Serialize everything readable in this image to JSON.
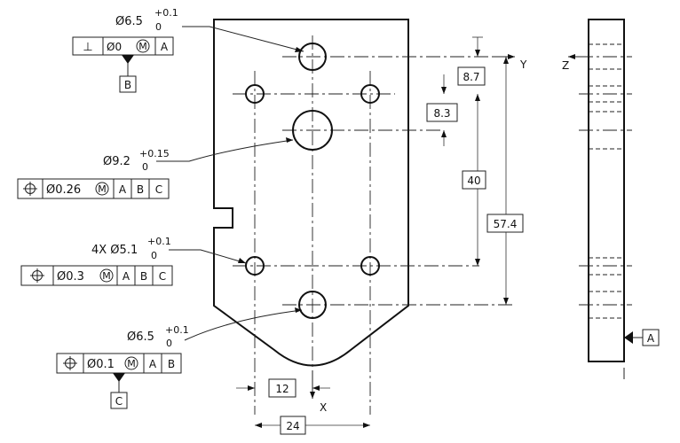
{
  "callouts": {
    "top_hole": {
      "diameter": "Ø6.5",
      "tol_upper": "+0.1",
      "tol_lower": "0"
    },
    "big_hole": {
      "diameter": "Ø9.2",
      "tol_upper": "+0.15",
      "tol_lower": "0"
    },
    "four_holes": {
      "diameter": "4X Ø5.1",
      "tol_upper": "+0.1",
      "tol_lower": "0"
    },
    "bottom_hole": {
      "diameter": "Ø6.5",
      "tol_upper": "+0.1",
      "tol_lower": "0"
    }
  },
  "frames": {
    "perp": {
      "symbol": "⊥",
      "tolerance": "Ø0",
      "modifier": "M",
      "datums": [
        "A"
      ],
      "datum_label": "B"
    },
    "big": {
      "symbol": "⌖",
      "tolerance": "Ø0.26",
      "modifier": "M",
      "datums": [
        "A",
        "B",
        "C"
      ]
    },
    "four": {
      "symbol": "⌖",
      "tolerance": "Ø0.3",
      "modifier": "M",
      "datums": [
        "A",
        "B",
        "C"
      ]
    },
    "bottom": {
      "symbol": "⌖",
      "tolerance": "Ø0.1",
      "modifier": "M",
      "datums": [
        "A",
        "B"
      ],
      "datum_label": "C"
    }
  },
  "dimensions": {
    "d8_7": "8.7",
    "d8_3": "8.3",
    "d40": "40",
    "d57_4": "57.4",
    "d12": "12",
    "d24": "24"
  },
  "axes": {
    "y": "Y",
    "z": "Z",
    "x": "X"
  },
  "side_datum": "A"
}
